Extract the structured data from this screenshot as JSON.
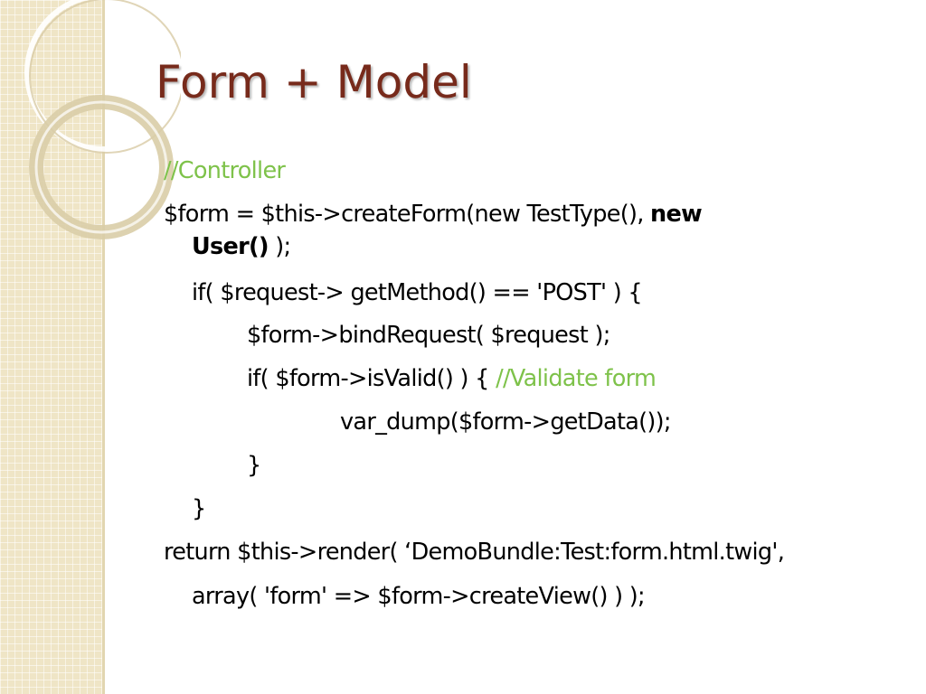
{
  "slide": {
    "title": "Form + Model",
    "lines": {
      "l1_comment": "//Controller",
      "l2_a": "$form = $this->createForm(new TestType(), ",
      "l2_bold": "new",
      "l3_bold": "User()",
      "l3_rest": " );",
      "l4": "if( $request-> getMethod() == 'POST' ) {",
      "l5": "$form->bindRequest( $request );",
      "l6_a": "if( $form->isValid() ) { ",
      "l6_comment": "//Validate form",
      "l7": "var_dump($form->getData());",
      "l8": "}",
      "l9": "}",
      "l10": "return $this->render( ‘DemoBundle:Test:form.html.twig',",
      "l11": "array( 'form' => $form->createView() ) );"
    }
  },
  "colors": {
    "title": "#772a1b",
    "comment": "#7ec24a",
    "text": "#000000",
    "panel": "#efe5c6"
  }
}
